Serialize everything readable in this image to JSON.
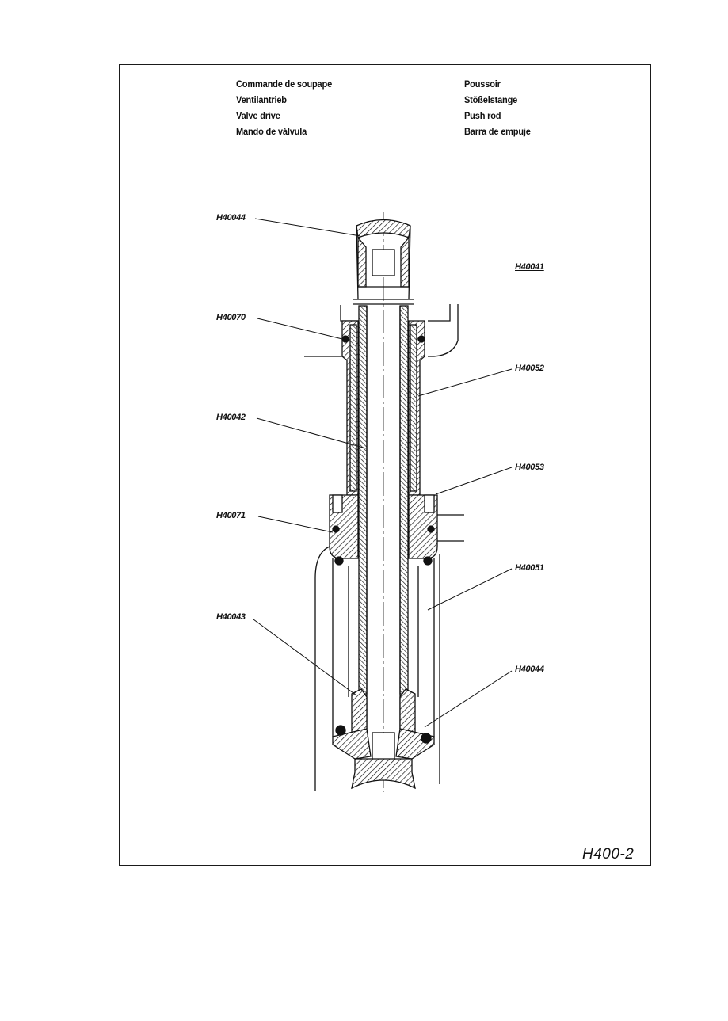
{
  "header": {
    "left": [
      "Commande de soupape",
      "Ventilantrieb",
      "Valve drive",
      "Mando de válvula"
    ],
    "right": [
      "Poussoir",
      "Stößelstange",
      "Push rod",
      "Barra de empuje"
    ]
  },
  "reference_code": "H40041",
  "callouts": [
    {
      "id": "c1",
      "text": "H40044"
    },
    {
      "id": "c2",
      "text": "H40070"
    },
    {
      "id": "c3",
      "text": "H40042"
    },
    {
      "id": "c4",
      "text": "H40071"
    },
    {
      "id": "c5",
      "text": "H40043"
    },
    {
      "id": "c6",
      "text": "H40052"
    },
    {
      "id": "c7",
      "text": "H40053"
    },
    {
      "id": "c8",
      "text": "H40051"
    },
    {
      "id": "c9",
      "text": "H40044"
    }
  ],
  "sheet_number": "H400-2"
}
